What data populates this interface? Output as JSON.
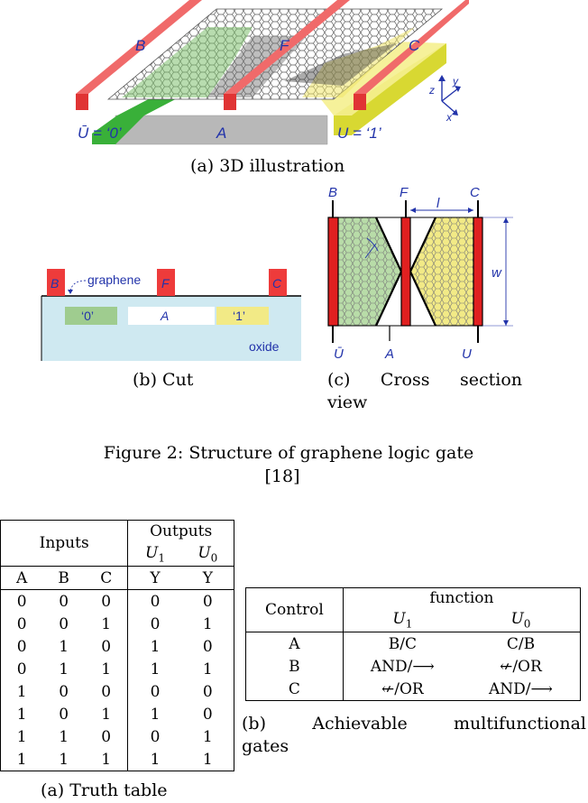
{
  "figure_3d": {
    "label_b": "B",
    "label_f": "F",
    "label_c": "C",
    "label_a": "A",
    "label_u_bar": "Ū = ‘0’",
    "label_u": "U = ‘1’",
    "axis_x": "x",
    "axis_y": "y",
    "axis_z": "z",
    "caption": "(a) 3D illustration"
  },
  "figure_cut": {
    "label_b": "B",
    "label_f": "F",
    "label_c": "C",
    "graphene": "graphene",
    "zero": "‘0’",
    "a": "A",
    "one": "‘1’",
    "oxide": "oxide",
    "caption": "(b) Cut"
  },
  "figure_cross": {
    "label_b": "B",
    "label_f": "F",
    "label_c": "C",
    "label_l": "l",
    "label_w": "w",
    "label_u_bar": "Ū",
    "label_a": "A",
    "label_u": "U",
    "caption_line1": "(c) Cross section",
    "caption_line2": "view"
  },
  "figure_caption": {
    "line1": "Figure 2: Structure of graphene logic gate",
    "line2": "[18]"
  },
  "truth_table": {
    "inputs_header": "Inputs",
    "outputs_header": "Outputs",
    "u1": "U",
    "u1_sub": "1",
    "u0": "U",
    "u0_sub": "0",
    "columns": [
      "A",
      "B",
      "C",
      "Y",
      "Y"
    ],
    "rows": [
      [
        "0",
        "0",
        "0",
        "0",
        "0"
      ],
      [
        "0",
        "0",
        "1",
        "0",
        "1"
      ],
      [
        "0",
        "1",
        "0",
        "1",
        "0"
      ],
      [
        "0",
        "1",
        "1",
        "1",
        "1"
      ],
      [
        "1",
        "0",
        "0",
        "0",
        "0"
      ],
      [
        "1",
        "0",
        "1",
        "1",
        "0"
      ],
      [
        "1",
        "1",
        "0",
        "0",
        "1"
      ],
      [
        "1",
        "1",
        "1",
        "1",
        "1"
      ]
    ],
    "caption": "(a) Truth table"
  },
  "function_table": {
    "control_header": "Control",
    "function_header": "function",
    "u1": "U",
    "u1_sub": "1",
    "u0": "U",
    "u0_sub": "0",
    "rows": [
      {
        "control": "A",
        "u1": "B/C",
        "u0": "C/B"
      },
      {
        "control": "B",
        "u1": "AND/⟶",
        "u0": "↚/OR"
      },
      {
        "control": "C",
        "u1": "↚/OR",
        "u0": "AND/⟶"
      }
    ],
    "caption_line1": "(b) Achievable multifunctional",
    "caption_line2": "gates"
  },
  "colors": {
    "electrode_red": "#ee3b3b",
    "electrode_pink": "#f08080",
    "green": "#9fcc8f",
    "yellow": "#f2ea86",
    "oxide": "#cfe9f1",
    "label_blue": "#2233aa"
  }
}
